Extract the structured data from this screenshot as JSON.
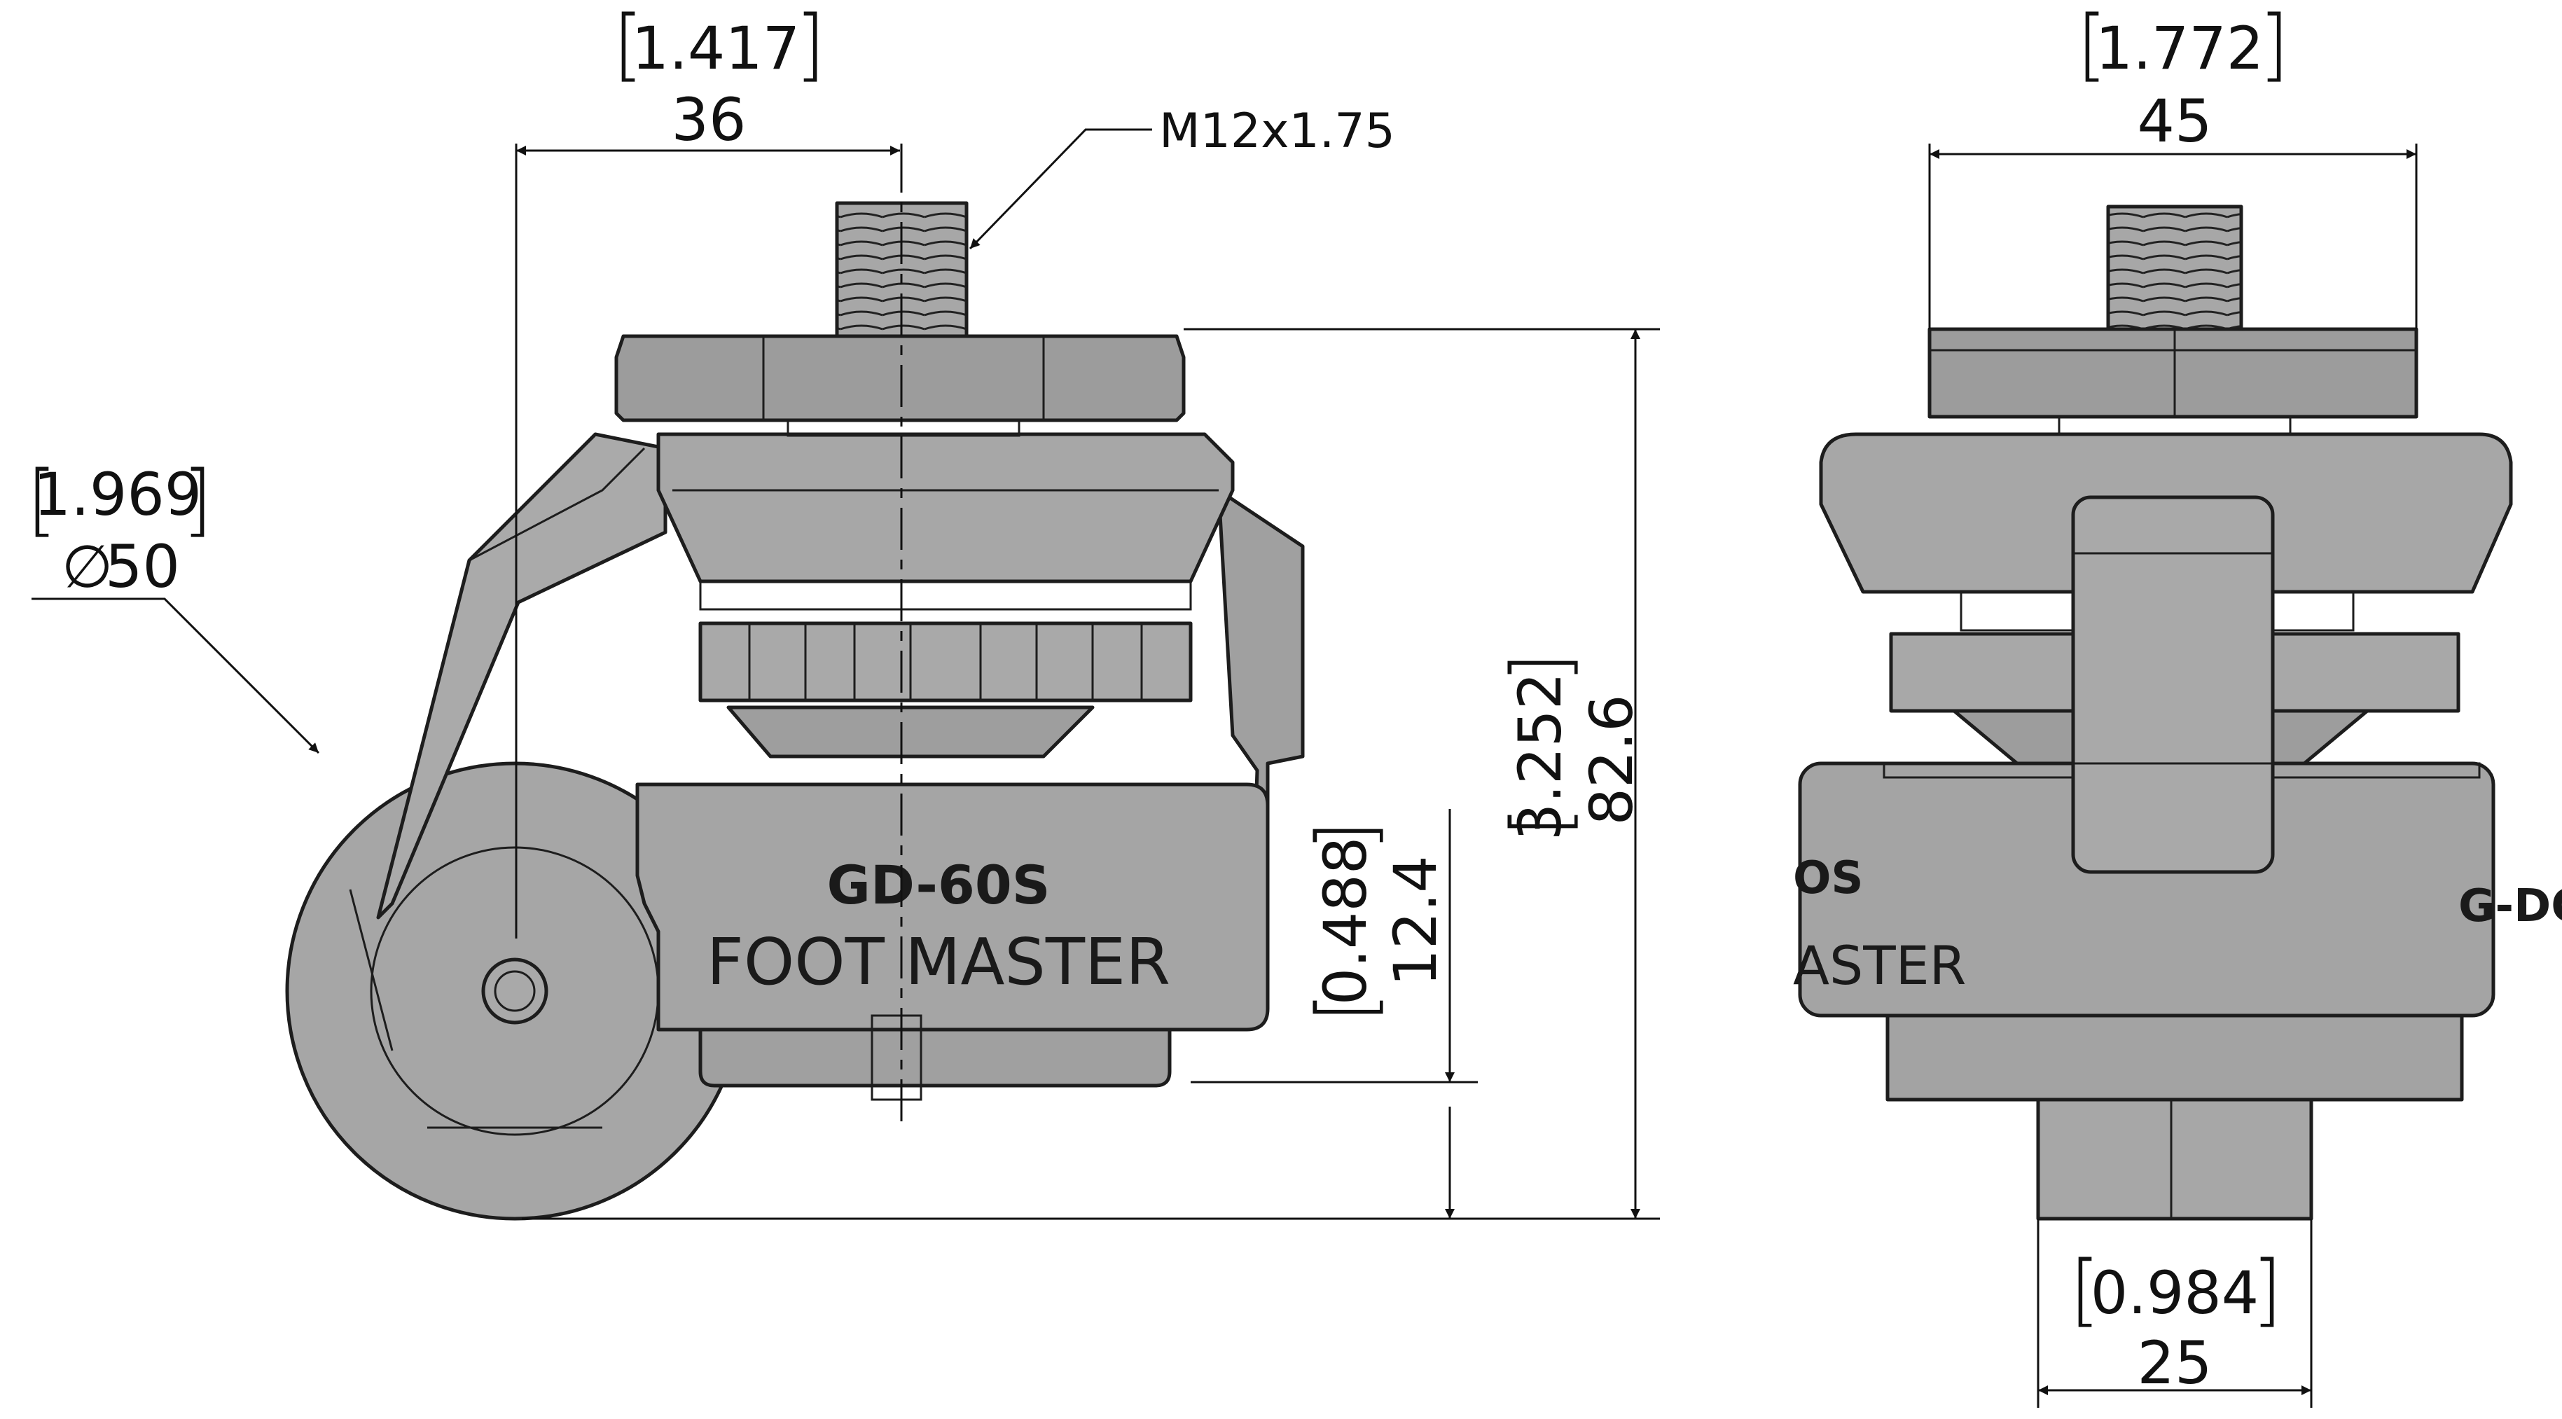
{
  "colors": {
    "body": "#a3a3a3",
    "body_dark": "#8e8e8e",
    "body_light": "#b4b4b4",
    "outline": "#1d1d1d",
    "background": "#ffffff"
  },
  "side_view": {
    "top_width": {
      "inch": "1.417",
      "mm": "36"
    },
    "thread": {
      "label": "M12x1.75"
    },
    "wheel_dia": {
      "inch": "1.969",
      "prefix": "∅",
      "mm": "50"
    },
    "total_height": {
      "inch": "3.252",
      "mm": "82.6"
    },
    "base_height": {
      "inch": "0.488",
      "mm": "12.4"
    },
    "marking": {
      "model": "GD-60S",
      "brand": "FOOT MASTER"
    }
  },
  "front_view": {
    "top_width": {
      "inch": "1.772",
      "mm": "45"
    },
    "bottom_width": {
      "inch": "0.984",
      "mm": "25"
    },
    "marking": {
      "left_brand_fragment": "ASTER",
      "left_model_fragment": "OS",
      "right_model_fragment": "G-DO"
    }
  }
}
